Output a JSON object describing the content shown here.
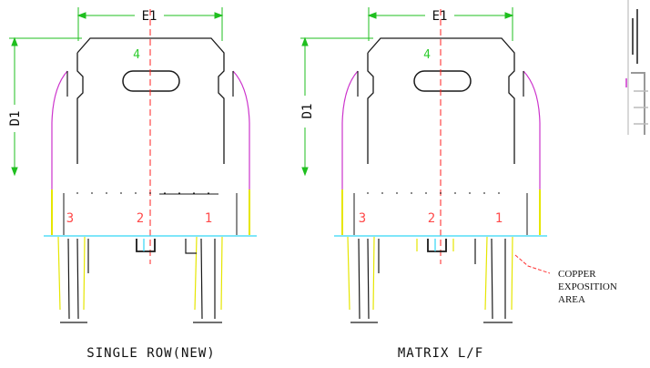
{
  "drawings": [
    {
      "caption": "SINGLE ROW(NEW)",
      "width_label": "E1",
      "height_label": "D1",
      "top_pin": "4",
      "pins": [
        "3",
        "2",
        "1"
      ]
    },
    {
      "caption": "MATRIX L/F",
      "width_label": "E1",
      "height_label": "D1",
      "top_pin": "4",
      "pins": [
        "3",
        "2",
        "1"
      ]
    }
  ],
  "callout": {
    "lines": [
      "COPPER",
      "EXPOSITION",
      "AREA"
    ]
  },
  "colors": {
    "outline": "#1a1a1a",
    "dimension": "#1fbf1f",
    "centerline": "#ff2020",
    "pin_number": "#ff4a4a",
    "tab_number": "#2ecc2e",
    "edge": "#cc33cc",
    "baseline": "#33d6f5",
    "lead": "#e6e600",
    "callout_leader": "#ff3333"
  }
}
